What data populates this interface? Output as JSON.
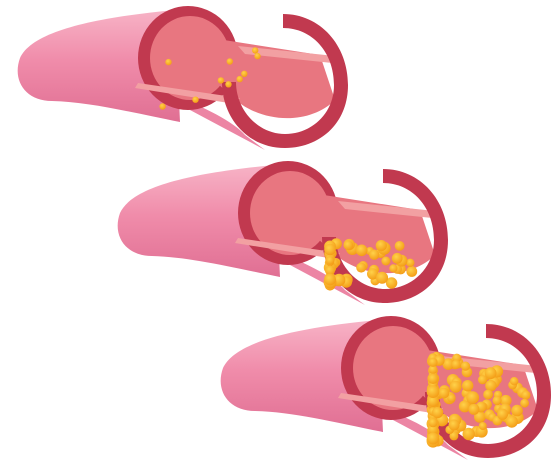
{
  "diagram": {
    "vessels": [
      {
        "stage": "healthy",
        "plaque_fill": 0.0,
        "particles": 10
      },
      {
        "stage": "partial-blockage",
        "plaque_fill": 0.45,
        "particles": 60
      },
      {
        "stage": "severe-blockage",
        "plaque_fill": 0.9,
        "particles": 130
      }
    ],
    "colors": {
      "vessel_outer": "#f08caa",
      "vessel_highlight": "#f7b3c6",
      "vessel_shadow": "#e06f93",
      "wall": "#c1394f",
      "wall_dark": "#a62d42",
      "lumen": "#e87680",
      "lumen_light": "#f2a0a2",
      "plaque": "#f7a21b",
      "plaque_light": "#ffcc3d"
    }
  }
}
